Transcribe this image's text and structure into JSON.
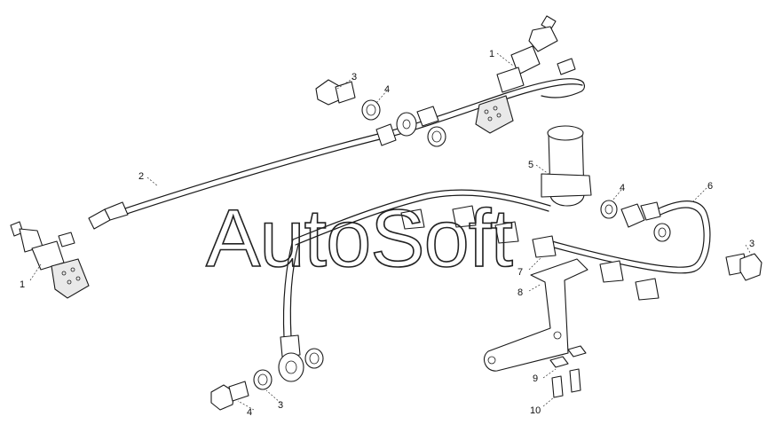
{
  "watermark": "AutoSoft",
  "callouts": {
    "c1_top": "1",
    "c1_left": "1",
    "c2": "2",
    "c3_top": "3",
    "c3_right": "3",
    "c3_bottom": "3",
    "c4_top": "4",
    "c4_right": "4",
    "c4_bottom": "4",
    "c5": "5",
    "c6": "6",
    "c7": "7",
    "c8": "8",
    "c9": "9",
    "c10": "10"
  }
}
